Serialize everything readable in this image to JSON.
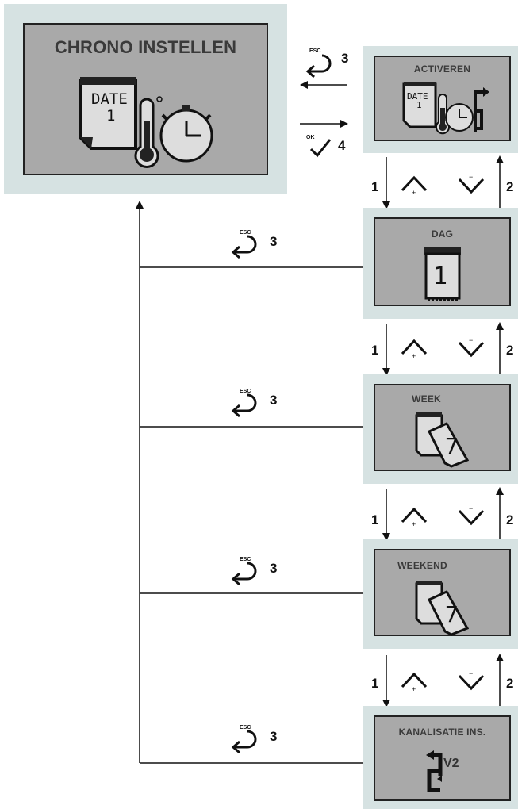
{
  "main_screen": {
    "title": "CHRONO INSTELLEN",
    "date_label": "DATE",
    "date_value": "1"
  },
  "screens": [
    {
      "id": "activeren",
      "title": "ACTIVEREN",
      "date_label": "DATE",
      "date_value": "1"
    },
    {
      "id": "dag",
      "title": "DAG",
      "calendar_value": "1"
    },
    {
      "id": "week",
      "title": "WEEK",
      "calendar_value": "7"
    },
    {
      "id": "weekend",
      "title": "WEEKEND",
      "calendar_value": "7"
    },
    {
      "id": "kanalisatie",
      "title": "KANALISATIE INS.",
      "channel_label": "V2"
    }
  ],
  "keys": {
    "esc_label": "ESC",
    "ok_label": "OK",
    "plus": "+",
    "minus": "−"
  },
  "steps": {
    "down": "1",
    "up": "2",
    "esc": "3",
    "ok": "4"
  },
  "icons": [
    "esc-return-icon",
    "ok-check-icon",
    "up-chevron-plus-icon",
    "down-chevron-minus-icon",
    "calendar-icon",
    "thermometer-icon",
    "stopwatch-icon",
    "channel-icon"
  ]
}
